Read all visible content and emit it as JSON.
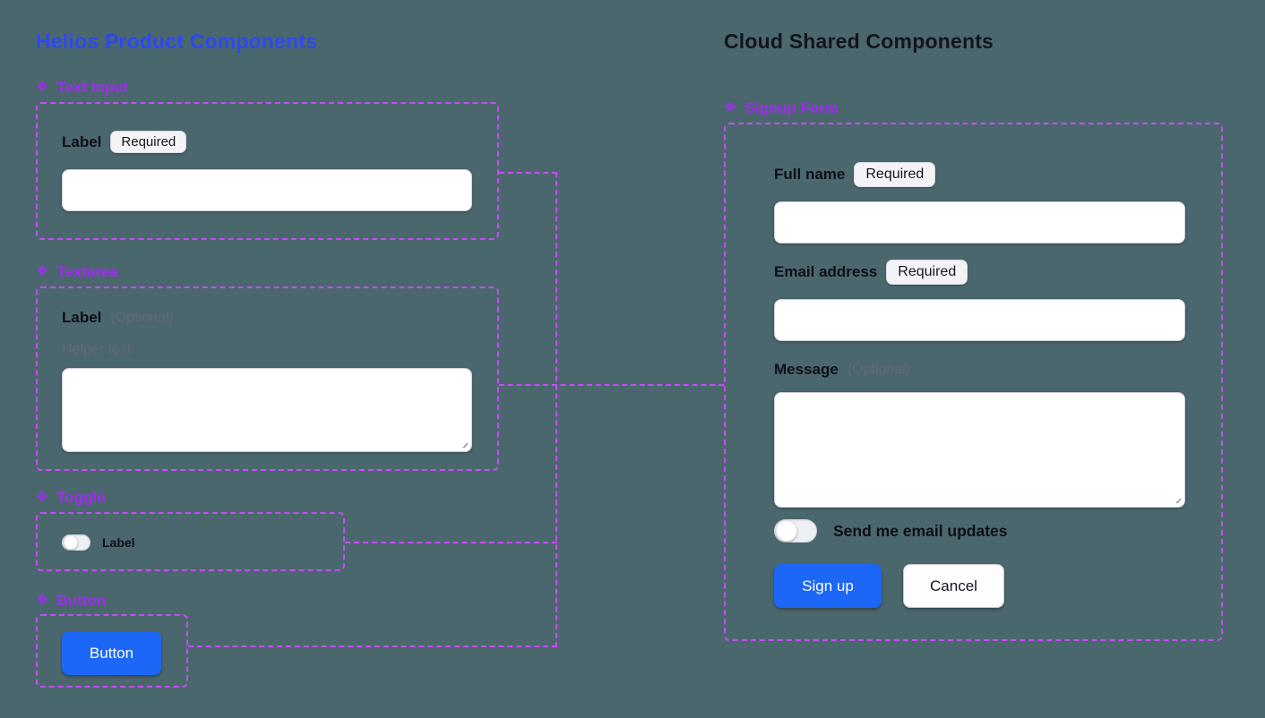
{
  "component_icon": "❖",
  "colors": {
    "background": "#4b676e",
    "left_title": "#2c49f0",
    "right_title": "#14141c",
    "component_header": "#9e2cf0",
    "connector": "#c44df6",
    "primary_button": "#1c67f6"
  },
  "left": {
    "title": "Helios Product Components",
    "sections": {
      "text_input": {
        "title": "Text Input",
        "field_label": "Label",
        "badge": "Required",
        "input_value": "",
        "input_placeholder": ""
      },
      "textarea": {
        "title": "Textarea",
        "field_label": "Label",
        "optional_hint": "(Optional)",
        "helper_text": "Helper text",
        "textarea_value": "",
        "textarea_placeholder": ""
      },
      "toggle": {
        "title": "Toggle",
        "toggle_label": "Label",
        "state": "off"
      },
      "button": {
        "title": "Button",
        "button_label": "Button"
      }
    }
  },
  "right": {
    "title": "Cloud Shared Components",
    "signup_form": {
      "title": "Signup Form",
      "fields": {
        "full_name": {
          "label": "Full name",
          "badge": "Required",
          "value": "",
          "placeholder": ""
        },
        "email": {
          "label": "Email address",
          "badge": "Required",
          "value": "",
          "placeholder": ""
        },
        "message": {
          "label": "Message",
          "optional_hint": "(Optional)",
          "value": "",
          "placeholder": ""
        }
      },
      "email_updates_toggle": {
        "label": "Send me email updates",
        "state": "off"
      },
      "submit_label": "Sign up",
      "cancel_label": "Cancel"
    }
  }
}
